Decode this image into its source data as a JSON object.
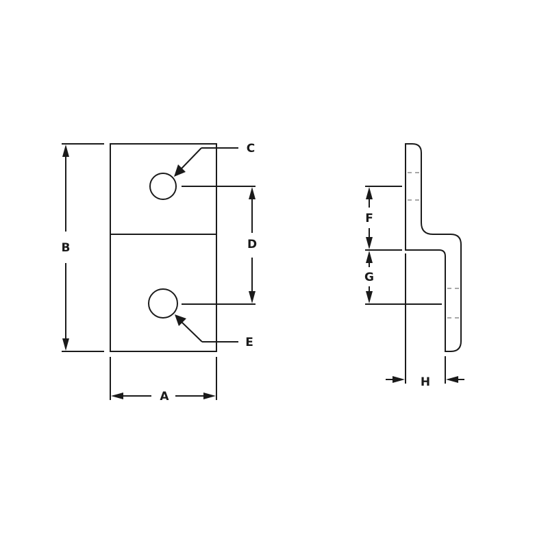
{
  "diagram": {
    "type": "technical-drawing",
    "subject": "offset bracket / tab with two holes",
    "colors": {
      "line": "#1a1a1a",
      "hidden_line": "#8a8a8a",
      "background": "#ffffff"
    },
    "front_view": {
      "dimension_labels": {
        "width": "A",
        "height": "B",
        "hole_top": "C",
        "hole_spacing": "D",
        "hole_bottom": "E"
      }
    },
    "side_view": {
      "dimension_labels": {
        "upper_offset": "F",
        "lower_offset": "G",
        "thickness_offset": "H"
      }
    }
  }
}
